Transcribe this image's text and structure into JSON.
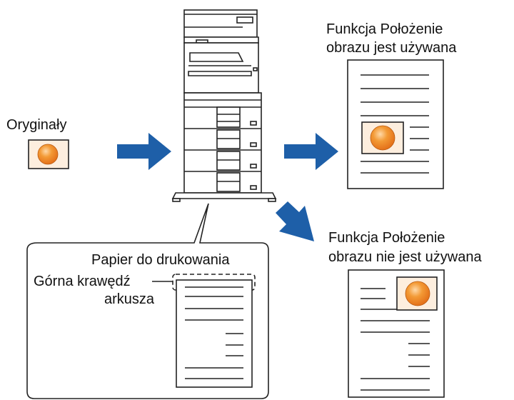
{
  "labels": {
    "originals": "Oryginały",
    "with_position_line1": "Funkcja Położenie",
    "with_position_line2": "obrazu jest używana",
    "without_position_line1": "Funkcja Położenie",
    "without_position_line2": "obrazu nie jest używana",
    "paper": "Papier do drukowania",
    "top_edge_line1": "Górna krawędź",
    "top_edge_line2": "arkusza"
  },
  "colors": {
    "arrow": "#1e5fa8",
    "image_ball": "#f08c1e",
    "image_frame": "#fdeede",
    "line": "#222222"
  }
}
